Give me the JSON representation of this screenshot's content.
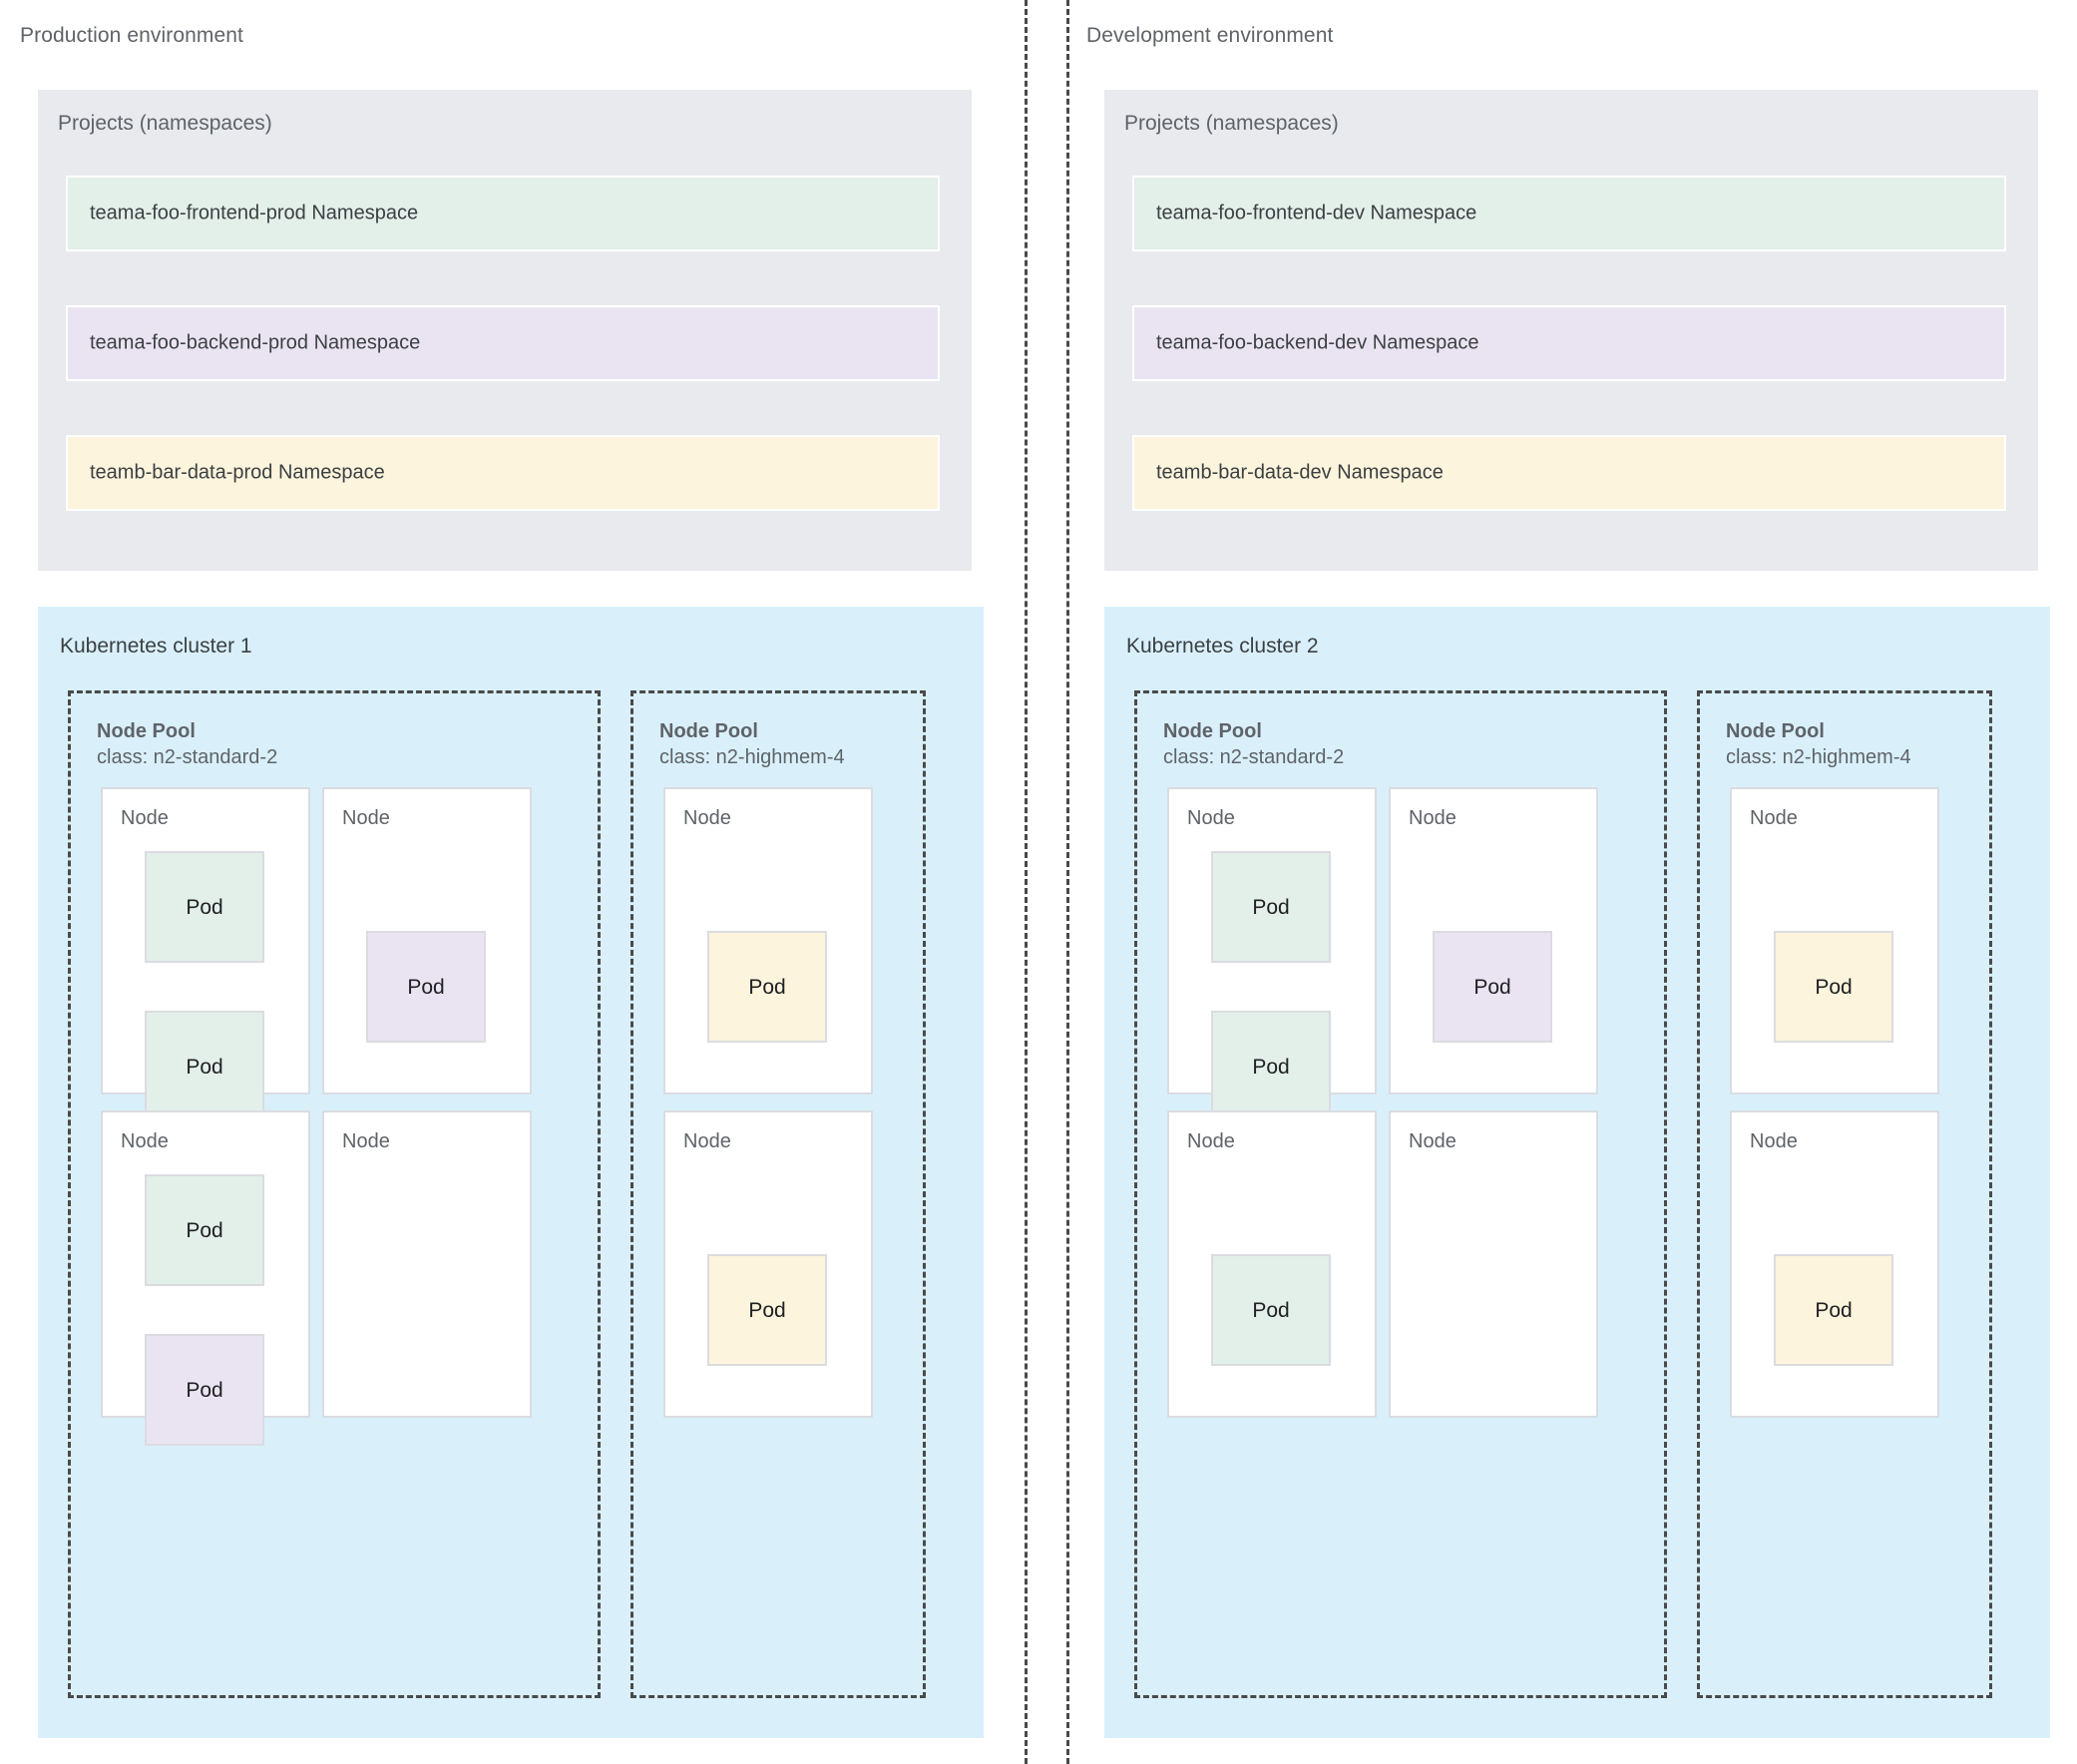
{
  "environments": [
    {
      "title": "Production environment",
      "projects": {
        "title": "Projects (namespaces)",
        "namespaces": [
          {
            "label": "teama-foo-frontend-prod Namespace",
            "color": "green"
          },
          {
            "label": "teama-foo-backend-prod Namespace",
            "color": "purple"
          },
          {
            "label": "teamb-bar-data-prod Namespace",
            "color": "yellow"
          }
        ]
      },
      "cluster": {
        "title": "Kubernetes cluster 1",
        "pools": [
          {
            "name": "Node Pool",
            "class": "class: n2-standard-2",
            "nodes": [
              {
                "label": "Node",
                "pods": [
                  {
                    "label": "Pod",
                    "color": "green",
                    "slot": "slot-1"
                  },
                  {
                    "label": "Pod",
                    "color": "green",
                    "slot": "slot-2"
                  }
                ]
              },
              {
                "label": "Node",
                "pods": [
                  {
                    "label": "Pod",
                    "color": "purple",
                    "slot": "slot-mid"
                  }
                ]
              },
              {
                "label": "Node",
                "pods": [
                  {
                    "label": "Pod",
                    "color": "green",
                    "slot": "slot-1"
                  },
                  {
                    "label": "Pod",
                    "color": "purple",
                    "slot": "slot-2"
                  }
                ]
              },
              {
                "label": "Node",
                "pods": []
              }
            ]
          },
          {
            "name": "Node Pool",
            "class": "class: n2-highmem-4",
            "nodes": [
              {
                "label": "Node",
                "pods": [
                  {
                    "label": "Pod",
                    "color": "yellow",
                    "slot": "slot-mid"
                  }
                ]
              },
              {
                "label": "Node",
                "pods": [
                  {
                    "label": "Pod",
                    "color": "yellow",
                    "slot": "slot-mid"
                  }
                ]
              }
            ]
          }
        ]
      }
    },
    {
      "title": "Development environment",
      "projects": {
        "title": "Projects (namespaces)",
        "namespaces": [
          {
            "label": "teama-foo-frontend-dev Namespace",
            "color": "green"
          },
          {
            "label": "teama-foo-backend-dev Namespace",
            "color": "purple"
          },
          {
            "label": "teamb-bar-data-dev Namespace",
            "color": "yellow"
          }
        ]
      },
      "cluster": {
        "title": "Kubernetes cluster 2",
        "pools": [
          {
            "name": "Node Pool",
            "class": "class: n2-standard-2",
            "nodes": [
              {
                "label": "Node",
                "pods": [
                  {
                    "label": "Pod",
                    "color": "green",
                    "slot": "slot-1"
                  },
                  {
                    "label": "Pod",
                    "color": "green",
                    "slot": "slot-2"
                  }
                ]
              },
              {
                "label": "Node",
                "pods": [
                  {
                    "label": "Pod",
                    "color": "purple",
                    "slot": "slot-mid"
                  }
                ]
              },
              {
                "label": "Node",
                "pods": [
                  {
                    "label": "Pod",
                    "color": "green",
                    "slot": "slot-mid"
                  }
                ]
              },
              {
                "label": "Node",
                "pods": []
              }
            ]
          },
          {
            "name": "Node Pool",
            "class": "class: n2-highmem-4",
            "nodes": [
              {
                "label": "Node",
                "pods": [
                  {
                    "label": "Pod",
                    "color": "yellow",
                    "slot": "slot-mid"
                  }
                ]
              },
              {
                "label": "Node",
                "pods": [
                  {
                    "label": "Pod",
                    "color": "yellow",
                    "slot": "slot-mid"
                  }
                ]
              }
            ]
          }
        ]
      }
    }
  ],
  "palette": {
    "green": "#e3efe9",
    "purple": "#eae4f2",
    "yellow": "#fcf4dc",
    "cluster_bg": "#d9f0fb",
    "projects_bg": "#e8eaed",
    "node_border": "#dadce0",
    "dash_stroke": "#4a4a4a",
    "text": "#3c4043",
    "muted_text": "#5f6368"
  }
}
